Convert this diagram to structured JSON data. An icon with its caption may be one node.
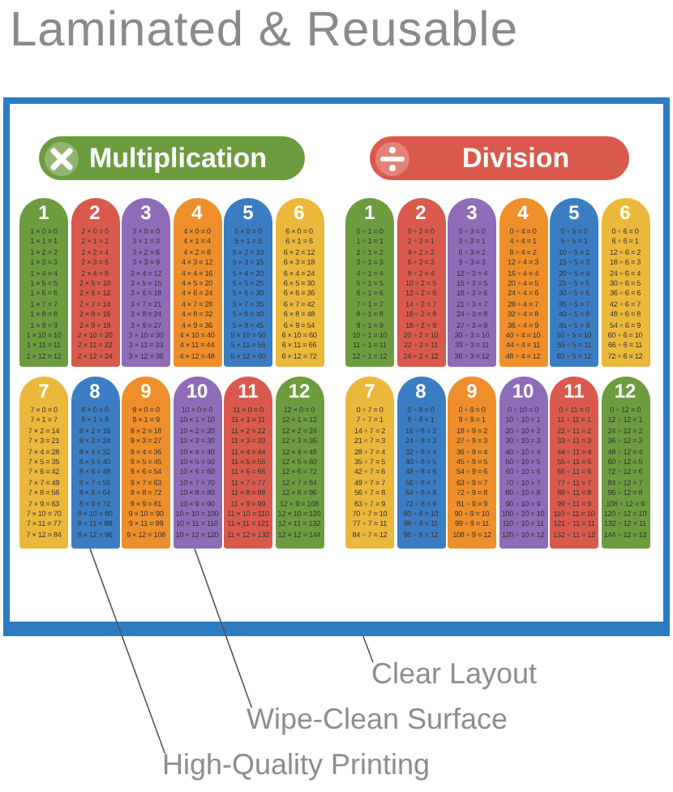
{
  "diagram": {
    "title": "Laminated & Reusable",
    "nodes": [
      {
        "text": [],
        "shape": "box"
      },
      {
        "text": [
          "Multiplication"
        ],
        "in": 0
      },
      {
        "text": [
          "Division"
        ],
        "in": 0
      },
      {
        "text": [
          "1",
          "1 × 0 = 0",
          "1 × 1 = 1",
          "1 × 2 = 2",
          "1 × 3 = 3",
          "1 × 4 = 4",
          "1 × 5 = 5",
          "1 × 6 = 6",
          "1 × 7 = 7",
          "1 × 8 = 8",
          "1 × 9 = 9",
          "1 × 10 = 10",
          "1 × 11 = 11",
          "1 × 12 = 12"
        ],
        "in": 0
      },
      {
        "text": [
          "2",
          "2 × 0 = 0",
          "2 × 1 = 2",
          "2 × 2 = 4",
          "2 × 3 = 6",
          "2 × 4 = 8",
          "2 × 5 = 10",
          "2 × 6 = 12",
          "2 × 7 = 14",
          "2 × 8 = 16",
          "2 × 9 = 18",
          "2 × 10 = 20",
          "2 × 11 = 22",
          "2 × 12 = 24"
        ],
        "in": 0
      },
      {
        "text": [
          "3",
          "3 × 0 = 0",
          "3 × 1 = 3",
          "3 × 2 = 6",
          "3 × 3 = 9",
          "3 × 4 = 12",
          "3 × 5 = 15",
          "3 × 6 = 18",
          "3 × 7 = 21",
          "3 × 8 = 24",
          "3 × 9 = 27",
          "3 × 10 = 30",
          "3 × 11 = 33",
          "3 × 12 = 36"
        ],
        "in": 0
      },
      {
        "text": [
          "4",
          "4 × 0 = 0",
          "4 × 1 = 4",
          "4 × 2 = 8",
          "4 × 3 = 12",
          "4 × 4 = 16",
          "4 × 5 = 20",
          "4 × 6 = 24",
          "4 × 7 = 28",
          "4 × 8 = 32",
          "4 × 9 = 36",
          "4 × 10 = 40",
          "4 × 11 = 44",
          "4 × 12 = 48"
        ],
        "in": 0
      },
      {
        "text": [
          "5",
          "5 × 0 = 0",
          "5 × 1 = 5",
          "5 × 2 = 10",
          "5 × 3 = 15",
          "5 × 4 = 20",
          "5 × 5 = 25",
          "5 × 6 = 30",
          "5 × 7 = 35",
          "5 × 8 = 40",
          "5 × 9 = 45",
          "5 × 10 = 50",
          "5 × 11 = 55",
          "5 × 12 = 60"
        ],
        "in": 0
      },
      {
        "text": [
          "6",
          "6 × 0 = 0",
          "6 × 1 = 6",
          "6 × 2 = 12",
          "6 × 3 = 18",
          "6 × 4 = 24",
          "6 × 5 = 30",
          "6 × 6 = 36",
          "6 × 7 = 42",
          "6 × 8 = 48",
          "6 × 9 = 54",
          "6 × 10 = 60",
          "6 × 11 = 66",
          "6 × 12 = 72"
        ],
        "in": 0
      },
      {
        "text": [
          "1",
          "0 ÷ 1 = 0",
          "1 ÷ 1 = 1",
          "2 ÷ 1 = 2",
          "3 ÷ 1 = 3",
          "4 ÷ 1 = 4",
          "5 ÷ 1 = 5",
          "6 ÷ 1 = 6",
          "7 ÷ 1 = 7",
          "8 ÷ 1 = 8",
          "9 ÷ 1 = 9",
          "10 ÷ 1 = 10",
          "11 ÷ 1 = 11",
          "12 ÷ 1 = 12"
        ],
        "in": 0
      },
      {
        "text": [
          "2",
          "0 ÷ 2 = 0",
          "2 ÷ 2 = 1",
          "4 ÷ 2 = 2",
          "6 ÷ 2 = 3",
          "8 ÷ 2 = 4",
          "10 ÷ 2 = 5",
          "12 ÷ 2 = 6",
          "14 ÷ 2 = 7",
          "16 ÷ 2 = 8",
          "18 ÷ 2 = 9",
          "20 ÷ 2 = 10",
          "22 ÷ 2 = 11",
          "24 ÷ 2 = 12"
        ],
        "in": 0
      },
      {
        "text": [
          "3",
          "0 ÷ 3 = 0",
          "3 ÷ 3 = 1",
          "6 ÷ 3 = 2",
          "9 ÷ 3 = 3",
          "12 ÷ 3 = 4",
          "15 ÷ 3 = 5",
          "18 ÷ 3 = 6",
          "21 ÷ 3 = 7",
          "24 ÷ 3 = 8",
          "27 ÷ 3 = 9",
          "30 ÷ 3 = 10",
          "33 ÷ 3 = 11",
          "36 ÷ 3 = 12"
        ],
        "in": 0
      },
      {
        "text": [
          "4",
          "0 ÷ 4 = 0",
          "4 ÷ 4 = 1",
          "8 ÷ 4 = 2",
          "12 ÷ 4 = 3",
          "16 ÷ 4 = 4",
          "20 ÷ 4 = 5",
          "24 ÷ 4 = 6",
          "28 ÷ 4 = 7",
          "32 ÷ 4 = 8",
          "36 ÷ 4 = 9",
          "40 ÷ 4 = 10",
          "44 ÷ 4 = 11",
          "48 ÷ 4 = 12"
        ],
        "in": 0
      },
      {
        "text": [
          "5",
          "0 ÷ 5 = 0",
          "5 ÷ 5 = 1",
          "10 ÷ 5 = 2",
          "15 ÷ 5 = 3",
          "20 ÷ 5 = 4",
          "25 ÷ 5 = 5",
          "30 ÷ 5 = 6",
          "35 ÷ 5 = 7",
          "40 ÷ 5 = 8",
          "45 ÷ 5 = 9",
          "50 ÷ 5 = 10",
          "55 ÷ 5 = 11",
          "60 ÷ 5 = 12"
        ],
        "in": 0
      },
      {
        "text": [
          "6",
          "0 ÷ 6 = 0",
          "6 ÷ 6 = 1",
          "12 ÷ 6 = 2",
          "18 ÷ 6 = 3",
          "24 ÷ 6 = 4",
          "30 ÷ 6 = 5",
          "36 ÷ 6 = 6",
          "42 ÷ 6 = 7",
          "48 ÷ 6 = 8",
          "54 ÷ 6 = 9",
          "60 ÷ 6 = 10",
          "66 ÷ 6 = 11",
          "72 ÷ 6 = 12"
        ],
        "in": 0
      },
      {
        "text": [
          "7",
          "7 × 0 = 0",
          "7 × 1 = 7",
          "7 × 2 = 14",
          "7 × 3 = 21",
          "7 × 4 = 28",
          "7 × 5 = 35",
          "7 × 6 = 42",
          "7 × 7 = 49",
          "7 × 8 = 56",
          "7 × 9 = 63",
          "7 × 10 = 70",
          "7 × 11 = 77",
          "7 × 12 = 84"
        ],
        "in": 0
      },
      {
        "text": [
          "8",
          "8 × 0 = 0",
          "8 × 1 = 8",
          "8 × 2 = 16",
          "8 × 3 = 24",
          "8 × 4 = 32",
          "8 × 5 = 40",
          "8 × 6 = 48",
          "8 × 7 = 56",
          "8 × 8 = 64",
          "8 × 9 = 72",
          "8 × 10 = 80",
          "8 × 11 = 88",
          "8 × 12 = 96"
        ],
        "in": 0
      },
      {
        "text": [
          "9",
          "9 × 0 = 0",
          "9 × 1 = 9",
          "9 × 2 = 18",
          "9 × 3 = 27",
          "9 × 4 = 36",
          "9 × 5 = 45",
          "9 × 6 = 54",
          "9 × 7 = 63",
          "9 × 8 = 72",
          "9 × 9 = 81",
          "9 × 10 = 90",
          "9 × 11 = 99",
          "9 × 12 = 108"
        ],
        "in": 0
      },
      {
        "text": [
          "10",
          "10 × 0 = 0",
          "10 × 1 = 10",
          "10 × 2 = 20",
          "10 × 3 = 30",
          "10 × 4 = 40",
          "10 × 5 = 50",
          "10 × 6 = 60",
          "10 × 7 = 70",
          "10 × 8 = 80",
          "10 × 9 = 90",
          "10 × 10 = 100",
          "10 × 11 = 110",
          "10 × 12 = 120"
        ],
        "in": 0
      },
      {
        "text": [
          "11",
          "11 × 0 = 0",
          "11 × 1 = 11",
          "11 × 2 = 22",
          "11 × 3 = 33",
          "11 × 4 = 44",
          "11 × 5 = 55",
          "11 × 6 = 66",
          "11 × 7 = 77",
          "11 × 8 = 88",
          "11 × 9 = 99",
          "11 × 10 = 110",
          "11 × 11 = 121",
          "11 × 12 = 132"
        ],
        "in": 0
      },
      {
        "text": [
          "12",
          "12 × 0 = 0",
          "12 × 1 = 12",
          "12 × 2 = 24",
          "12 × 3 = 36",
          "12 × 4 = 48",
          "12 × 5 = 60",
          "12 × 6 = 72",
          "12 × 7 = 84",
          "12 × 8 = 96",
          "12 × 9 = 108",
          "12 × 10 = 120",
          "12 × 11 = 132",
          "12 × 12 = 144"
        ],
        "in": 0
      },
      {
        "text": [
          "7",
          "0 ÷ 7 = 0",
          "7 ÷ 7 = 1",
          "14 ÷ 7 = 2",
          "21 ÷ 7 = 3",
          "28 ÷ 7 = 4",
          "35 ÷ 7 = 5",
          "42 ÷ 7 = 6",
          "49 ÷ 7 = 7",
          "56 ÷ 7 = 8",
          "63 ÷ 7 = 9",
          "70 ÷ 7 = 10",
          "77 ÷ 7 = 11",
          "84 ÷ 7 = 12"
        ],
        "in": 0
      },
      {
        "text": [
          "8",
          "0 ÷ 8 = 0",
          "8 ÷ 8 = 1",
          "16 ÷ 8 = 2",
          "24 ÷ 8 = 3",
          "32 ÷ 8 = 4",
          "40 ÷ 8 = 5",
          "48 ÷ 8 = 6",
          "56 ÷ 8 = 7",
          "64 ÷ 8 = 8",
          "72 ÷ 8 = 9",
          "80 ÷ 8 = 10",
          "88 ÷ 8 = 11",
          "96 ÷ 8 = 12"
        ],
        "in": 0
      },
      {
        "text": [
          "9",
          "0 ÷ 9 = 0",
          "9 ÷ 9 = 1",
          "18 ÷ 9 = 2",
          "27 ÷ 9 = 3",
          "36 ÷ 9 = 4",
          "45 ÷ 9 = 5",
          "54 ÷ 9 = 6",
          "63 ÷ 9 = 7",
          "72 ÷ 9 = 8",
          "81 ÷ 9 = 9",
          "90 ÷ 9 = 10",
          "99 ÷ 9 = 11",
          "108 ÷ 9 = 12"
        ],
        "in": 0
      },
      {
        "text": [
          "10",
          "0 ÷ 10 = 0",
          "10 ÷ 10 = 1",
          "20 ÷ 10 = 2",
          "30 ÷ 10 = 3",
          "40 ÷ 10 = 4",
          "50 ÷ 10 = 5",
          "60 ÷ 10 = 6",
          "70 ÷ 10 = 7",
          "80 ÷ 10 = 8",
          "90 ÷ 10 = 9",
          "100 ÷ 10 = 10",
          "110 ÷ 10 = 11",
          "120 ÷ 10 = 12"
        ],
        "in": 0
      },
      {
        "text": [
          "11",
          "0 ÷ 11 = 0",
          "11 ÷ 11 = 1",
          "22 ÷ 11 = 2",
          "33 ÷ 11 = 3",
          "44 ÷ 11 = 4",
          "55 ÷ 11 = 5",
          "66 ÷ 11 = 6",
          "77 ÷ 11 = 7",
          "88 ÷ 11 = 8",
          "99 ÷ 11 = 9",
          "110 ÷ 11 = 10",
          "121 ÷ 11 = 11",
          "132 ÷ 11 = 12"
        ],
        "in": 0
      },
      {
        "text": [
          "12",
          "0 ÷ 12 = 0",
          "12 ÷ 12 = 1",
          "24 ÷ 12 = 2",
          "36 ÷ 12 = 3",
          "48 ÷ 12 = 4",
          "60 ÷ 12 = 5",
          "72 ÷ 12 = 6",
          "84 ÷ 12 = 7",
          "96 ÷ 12 = 8",
          "108 ÷ 12 = 9",
          "120 ÷ 12 = 10",
          "132 ÷ 12 = 11",
          "144 ÷ 12 = 12"
        ],
        "in": 0
      },
      {
        "text": [
          "Clear Layout"
        ]
      },
      {
        "text": [
          "Wipe-Clean Surface"
        ]
      },
      {
        "text": [
          "High-Quality Printing"
        ]
      }
    ],
    "edges": [
      {
        "from": 27,
        "to": 0,
        "arrow": "none"
      },
      {
        "from": 28,
        "to": 18,
        "arrow": "none"
      },
      {
        "from": 29,
        "to": 16,
        "arrow": "none"
      }
    ]
  }
}
